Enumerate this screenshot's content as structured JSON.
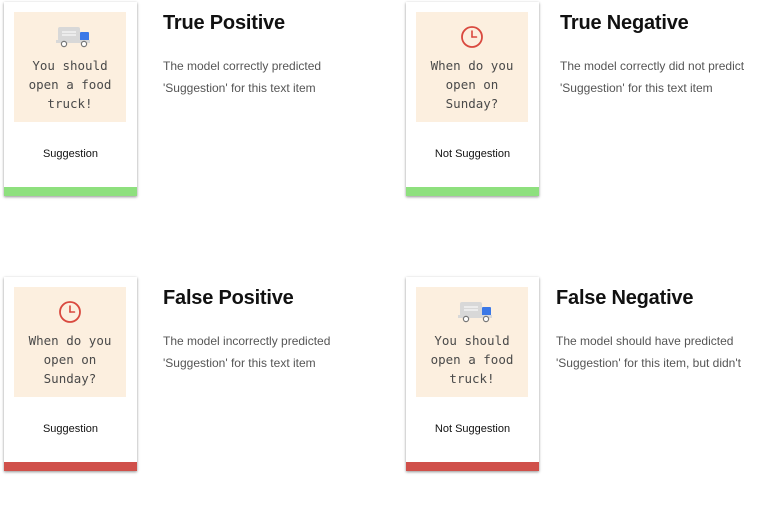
{
  "colors": {
    "correct": "#8ee07e",
    "incorrect": "#d0504a",
    "card_bg": "#fcefdf"
  },
  "quadrants": [
    {
      "title": "True Positive",
      "desc_line1": "The model correctly predicted",
      "desc_line2": "'Suggestion' for this text item",
      "card_lines": [
        "You should",
        "open a food",
        "truck!"
      ],
      "label": "Suggestion",
      "icon": "truck-icon",
      "status": "correct"
    },
    {
      "title": "True Negative",
      "desc_line1": "The model correctly did not predict",
      "desc_line2": "'Suggestion' for this text item",
      "card_lines": [
        "When do you",
        "open on",
        "Sunday?"
      ],
      "label": "Not Suggestion",
      "icon": "clock-icon",
      "status": "correct"
    },
    {
      "title": "False Positive",
      "desc_line1": "The model incorrectly predicted",
      "desc_line2": "'Suggestion' for this text item",
      "card_lines": [
        "When do you",
        "open on",
        "Sunday?"
      ],
      "label": "Suggestion",
      "icon": "clock-icon",
      "status": "incorrect"
    },
    {
      "title": "False Negative",
      "desc_line1": "The model should have predicted",
      "desc_line2": "'Suggestion' for this item, but didn't",
      "card_lines": [
        "You should",
        "open a food",
        "truck!"
      ],
      "label": "Not Suggestion",
      "icon": "truck-icon",
      "status": "incorrect"
    }
  ]
}
